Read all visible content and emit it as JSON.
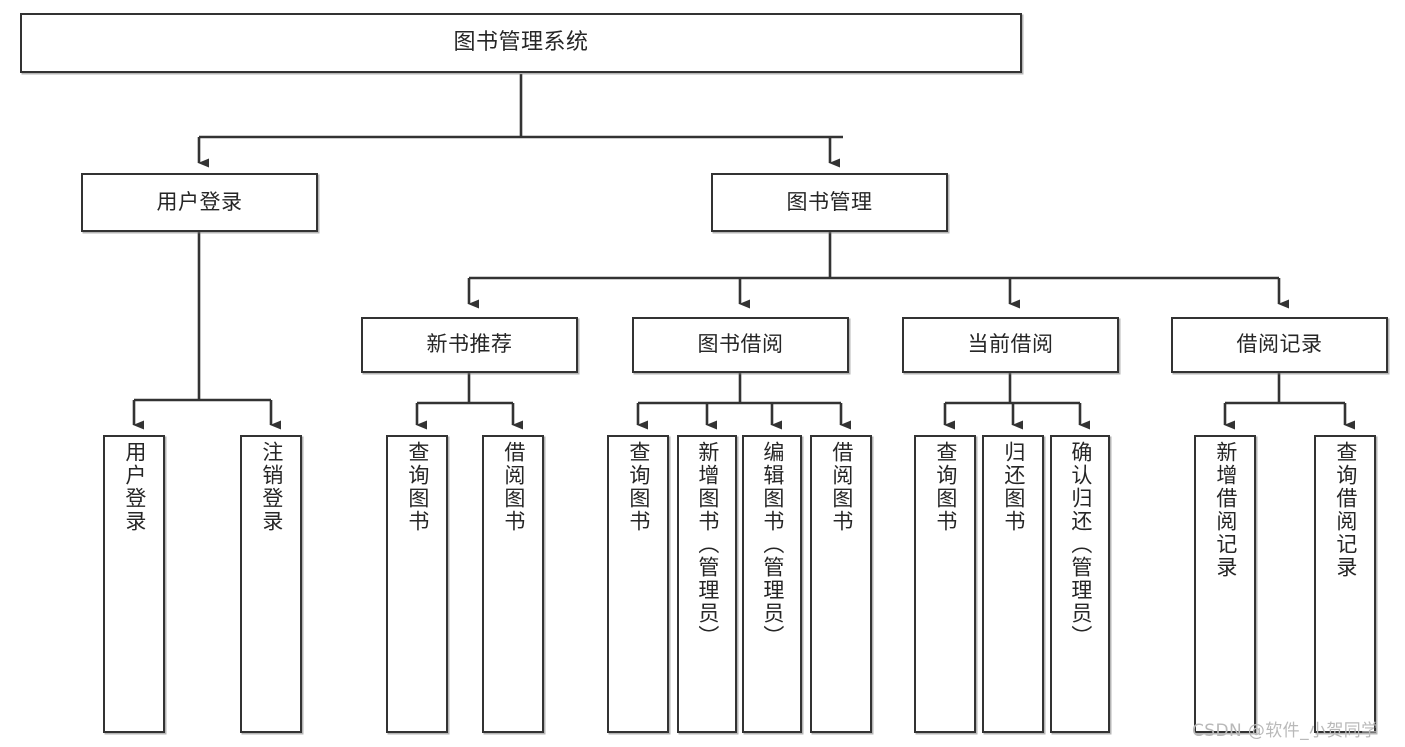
{
  "diagram": {
    "type": "tree",
    "title": "图书管理系统",
    "orientation": "top-down",
    "line_color": "#333333",
    "box_fill": "#ffffff",
    "text_color": "#262626"
  },
  "nodes": {
    "root": {
      "label": "图书管理系统"
    },
    "level1": [
      {
        "id": "user-login",
        "label": "用户登录"
      },
      {
        "id": "book-manage",
        "label": "图书管理"
      }
    ],
    "level2": [
      {
        "id": "new-book-recommend",
        "label": "新书推荐"
      },
      {
        "id": "book-borrow",
        "label": "图书借阅"
      },
      {
        "id": "current-borrow",
        "label": "当前借阅"
      },
      {
        "id": "borrow-record",
        "label": "借阅记录"
      }
    ],
    "leaves": {
      "user_login": [
        {
          "id": "leaf-user-login",
          "label": "用户登录"
        },
        {
          "id": "leaf-logout-login",
          "label": "注销登录"
        }
      ],
      "new_book_recommend": [
        {
          "id": "leaf-query-book-1",
          "label": "查询图书"
        },
        {
          "id": "leaf-borrow-book-1",
          "label": "借阅图书"
        }
      ],
      "book_borrow": [
        {
          "id": "leaf-query-book-2",
          "label": "查询图书"
        },
        {
          "id": "leaf-add-book",
          "label": "新增图书（管理员）"
        },
        {
          "id": "leaf-edit-book",
          "label": "编辑图书（管理员）"
        },
        {
          "id": "leaf-borrow-book-2",
          "label": "借阅图书"
        }
      ],
      "current_borrow": [
        {
          "id": "leaf-query-book-3",
          "label": "查询图书"
        },
        {
          "id": "leaf-return-book",
          "label": "归还图书"
        },
        {
          "id": "leaf-confirm-return",
          "label": "确认归还（管理员）"
        }
      ],
      "borrow_record": [
        {
          "id": "leaf-add-record",
          "label": "新增借阅记录"
        },
        {
          "id": "leaf-query-record",
          "label": "查询借阅记录"
        }
      ]
    }
  },
  "watermark": {
    "text": "CSDN @软件_小贺同学"
  }
}
